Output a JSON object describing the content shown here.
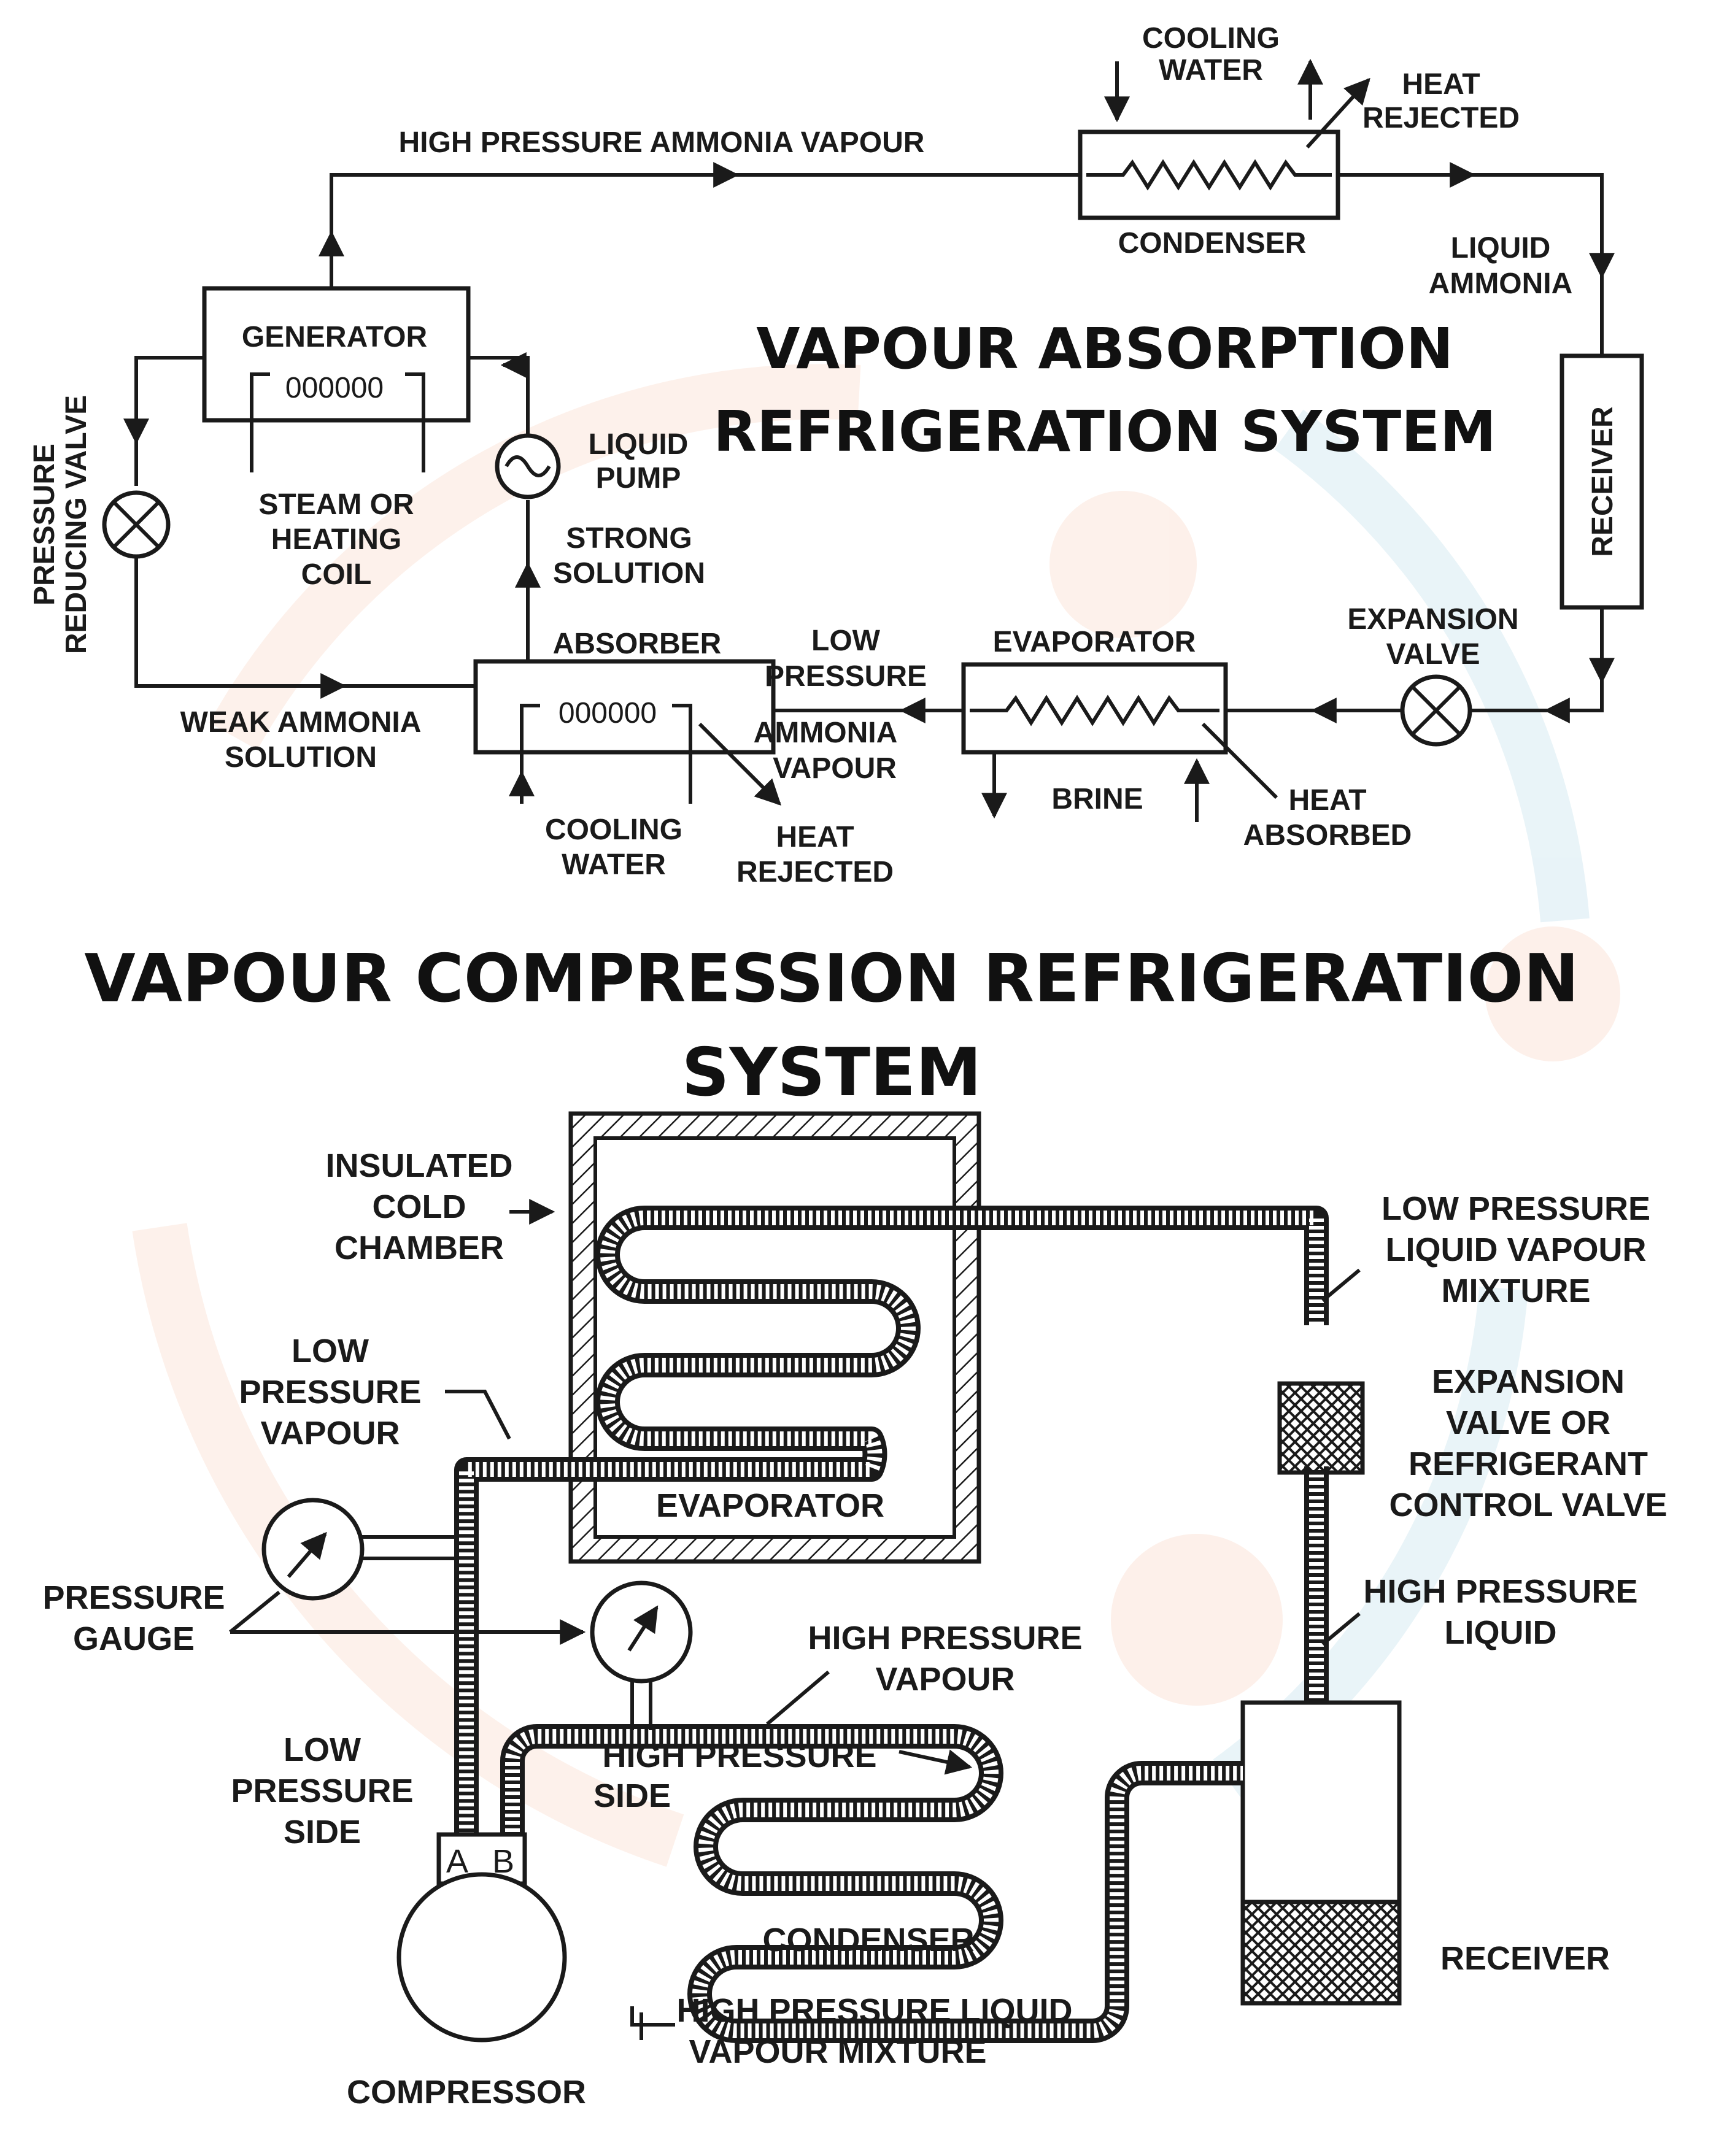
{
  "absorption": {
    "title_line1": "VAPOUR ABSORPTION",
    "title_line2": "REFRIGERATION SYSTEM",
    "labels": {
      "high_pressure_ammonia_vapour": "HIGH PRESSURE AMMONIA VAPOUR",
      "cooling_water_top_1": "COOLING",
      "cooling_water_top_2": "WATER",
      "heat_rejected_top_1": "HEAT",
      "heat_rejected_top_2": "REJECTED",
      "condenser": "CONDENSER",
      "liquid_ammonia_1": "LIQUID",
      "liquid_ammonia_2": "AMMONIA",
      "receiver": "RECEIVER",
      "generator": "GENERATOR",
      "steam_1": "STEAM OR",
      "steam_2": "HEATING",
      "steam_3": "COIL",
      "liquid_pump_1": "LIQUID",
      "liquid_pump_2": "PUMP",
      "strong_solution_1": "STRONG",
      "strong_solution_2": "SOLUTION",
      "pressure_valve_1": "PRESSURE",
      "pressure_valve_2": "REDUCING VALVE",
      "absorber": "ABSORBER",
      "low_pressure_1": "LOW",
      "low_pressure_2": "PRESSURE",
      "ammonia_vapour_1": "AMMONIA",
      "ammonia_vapour_2": "VAPOUR",
      "evaporator": "EVAPORATOR",
      "expansion_valve_1": "EXPANSION",
      "expansion_valve_2": "VALVE",
      "weak_ammonia_1": "WEAK AMMONIA",
      "weak_ammonia_2": "SOLUTION",
      "cooling_water_bottom_1": "COOLING",
      "cooling_water_bottom_2": "WATER",
      "heat_rejected_bottom_1": "HEAT",
      "heat_rejected_bottom_2": "REJECTED",
      "brine": "BRINE",
      "heat_absorbed_1": "HEAT",
      "heat_absorbed_2": "ABSORBED",
      "coil_symbol": "000000"
    }
  },
  "compression": {
    "title_line1": "VAPOUR COMPRESSION REFRIGERATION",
    "title_line2": "SYSTEM",
    "labels": {
      "insulated_1": "INSULATED",
      "insulated_2": "COLD",
      "insulated_3": "CHAMBER",
      "evaporator": "EVAPORATOR",
      "lp_vapour_1": "LOW",
      "lp_vapour_2": "PRESSURE",
      "lp_vapour_3": "VAPOUR",
      "lp_mix_1": "LOW PRESSURE",
      "lp_mix_2": "LIQUID VAPOUR",
      "lp_mix_3": "MIXTURE",
      "exp_valve_1": "EXPANSION",
      "exp_valve_2": "VALVE OR",
      "exp_valve_3": "REFRIGERANT",
      "exp_valve_4": "CONTROL VALVE",
      "hp_liquid_1": "HIGH PRESSURE",
      "hp_liquid_2": "LIQUID",
      "pressure_gauge_1": "PRESSURE",
      "pressure_gauge_2": "GAUGE",
      "hp_vapour_1": "HIGH PRESSURE",
      "hp_vapour_2": "VAPOUR",
      "hp_side_1": "HIGH PRESSURE",
      "hp_side_2": "SIDE",
      "lp_side_1": "LOW",
      "lp_side_2": "PRESSURE",
      "lp_side_3": "SIDE",
      "port_a": "A",
      "port_b": "B",
      "condenser": "CONDENSER",
      "receiver": "RECEIVER",
      "hp_mix_1": "HIGH PRESSURE LIQUID",
      "hp_mix_2": "VAPOUR MIXTURE",
      "compressor": "COMPRESSOR"
    }
  }
}
